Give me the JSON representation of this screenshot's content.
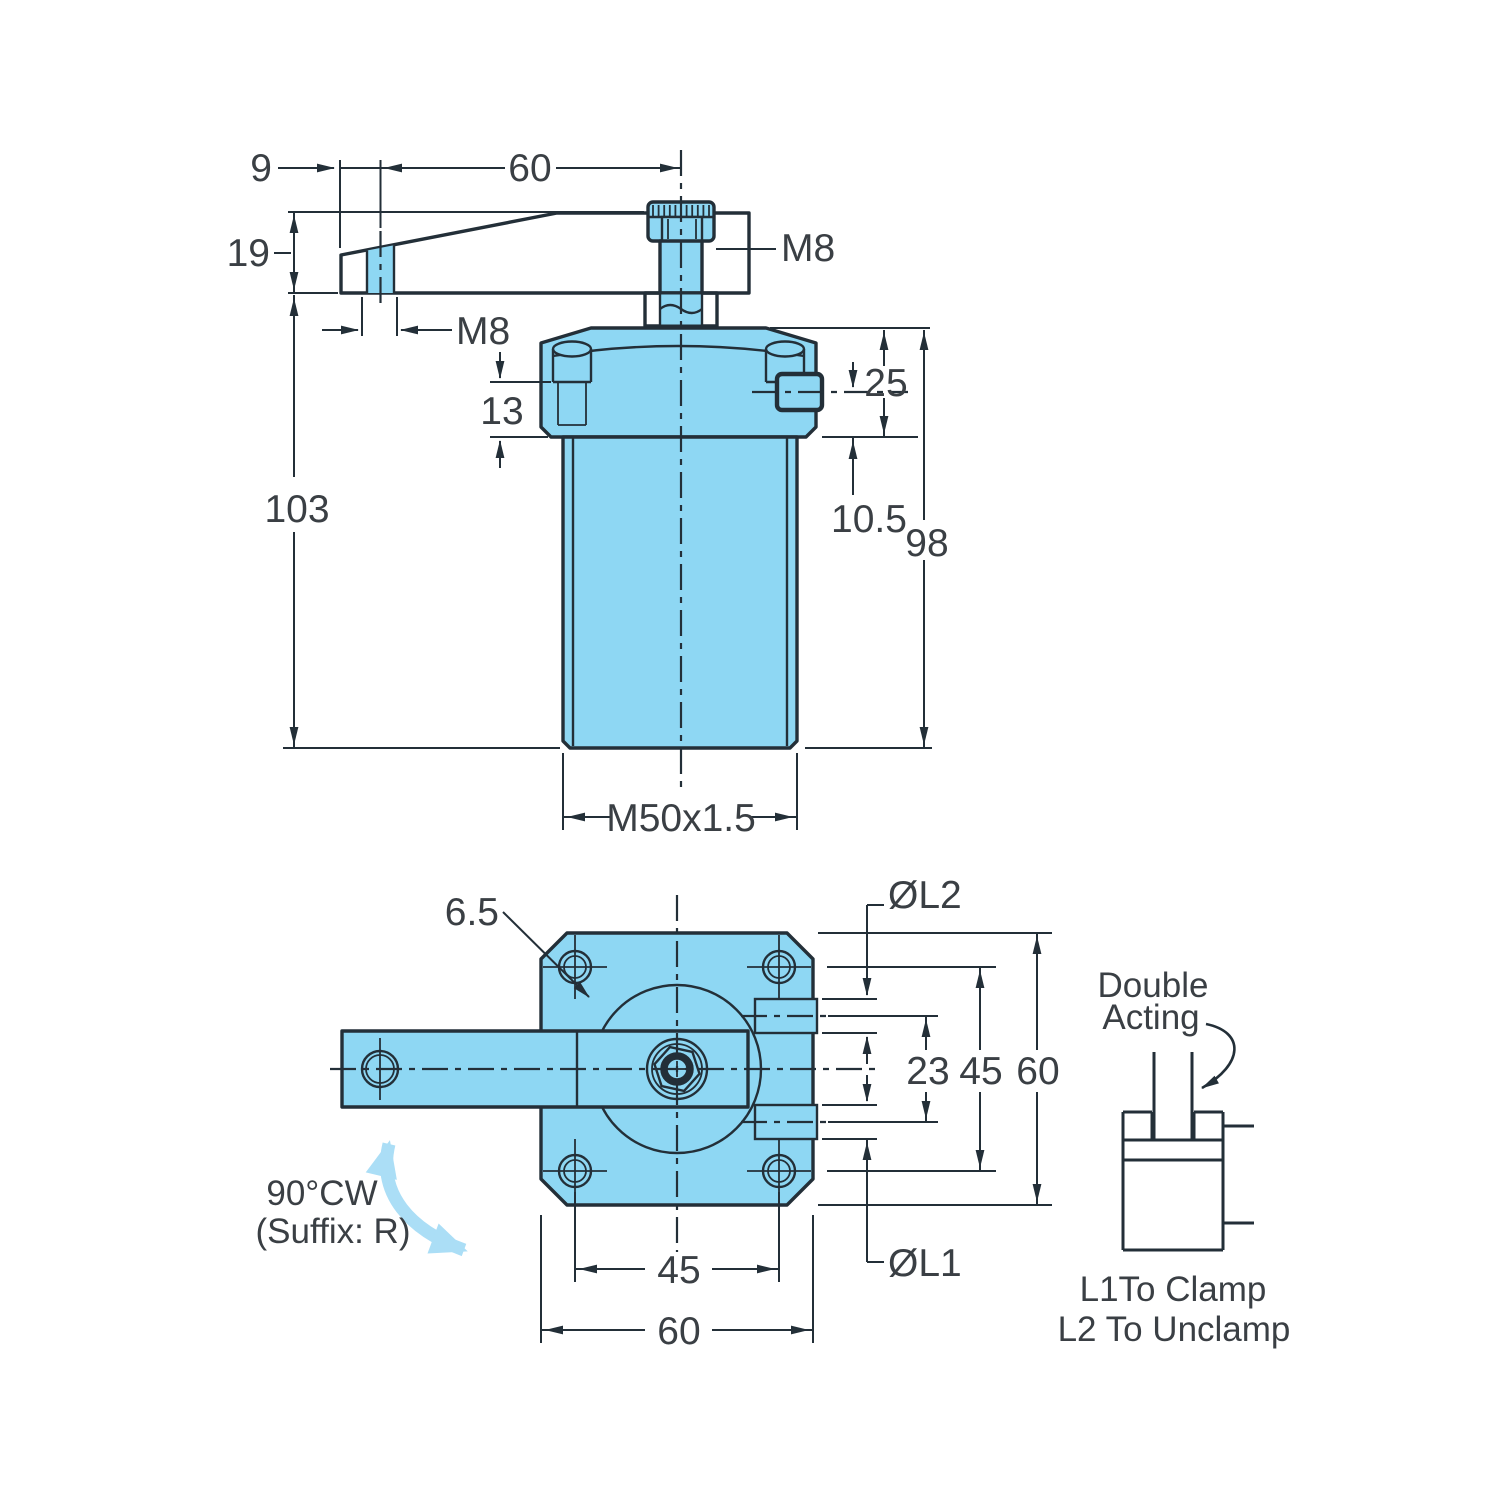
{
  "title": "Swing clamp dimensional drawing",
  "front_view": {
    "dim_arm_hole_offset": "9",
    "dim_arm_length": "60",
    "dim_arm_height": "19",
    "dim_total_height": "103",
    "arm_hole_thread": "M8",
    "bolt_thread": "M8",
    "dim_port_boss_depth": "13",
    "dim_head_height": "25",
    "dim_port_center": "10.5",
    "dim_body_height": "98",
    "body_thread": "M50x1.5"
  },
  "plan_view": {
    "mount_hole_dia": "6.5",
    "label_port_l2": "ØL2",
    "label_port_l1": "ØL1",
    "dim_port_spacing": "23",
    "dim_hole_spacing_right": "45",
    "dim_body_right": "60",
    "dim_hole_spacing_bottom": "45",
    "dim_body_bottom": "60",
    "rotation_line1": "90°CW",
    "rotation_line2": "(Suffix: R)"
  },
  "schematic": {
    "title_line1": "Double",
    "title_line2": "Acting",
    "note_l1": "L1To Clamp",
    "note_l2": "L2 To Unclamp"
  },
  "colors": {
    "body_fill": "#8ed7f3",
    "accent_arrow": "#abdef6",
    "line": "#232f38",
    "text": "#3a3f44"
  }
}
